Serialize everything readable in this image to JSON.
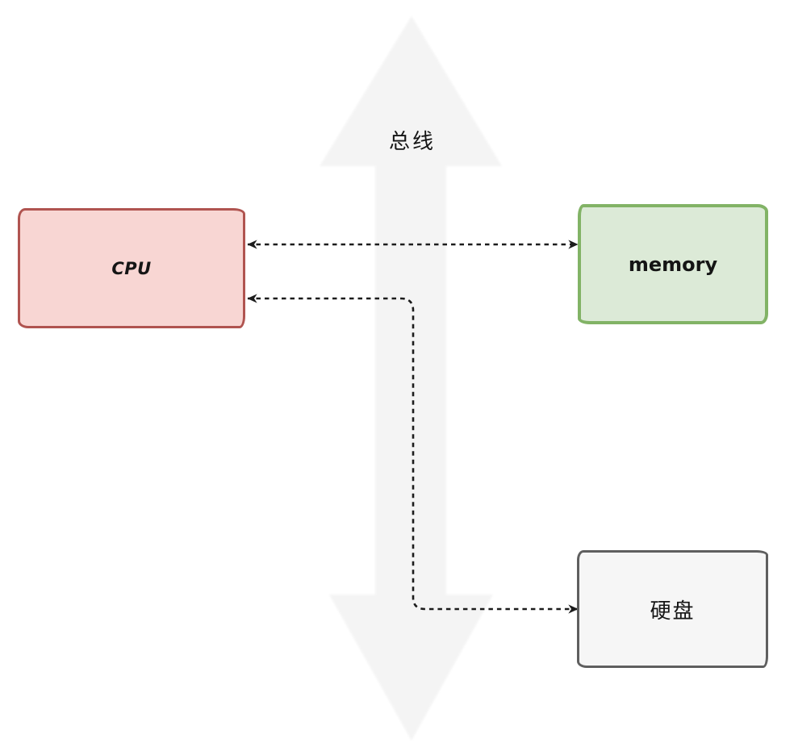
{
  "diagram": {
    "bus": {
      "label": "总线",
      "fill_color": "#f4f4f4"
    },
    "nodes": {
      "cpu": {
        "label": "CPU",
        "fill_color": "#f8d6d3",
        "border_color": "#b05450"
      },
      "memory": {
        "label": "memory",
        "fill_color": "#dcead7",
        "border_color": "#82b366"
      },
      "disk": {
        "label": "硬盘",
        "fill_color": "#f6f6f6",
        "border_color": "#5f5f5f"
      }
    },
    "edges": [
      {
        "from": "CPU",
        "to": "memory",
        "line_style": "dashed",
        "arrowheads": "both",
        "color": "#1c1c1c"
      },
      {
        "from": "CPU",
        "to": "硬盘",
        "line_style": "dashed",
        "arrowheads": "both",
        "color": "#1c1c1c"
      }
    ]
  }
}
